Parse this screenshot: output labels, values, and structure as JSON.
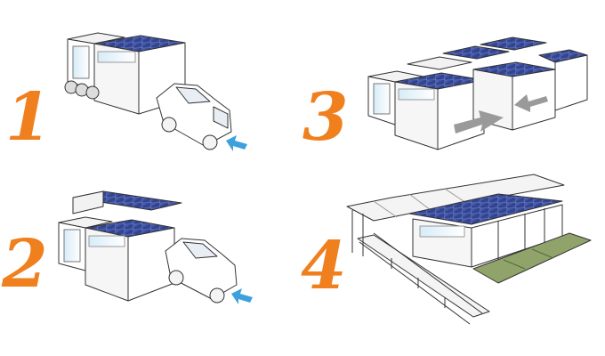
{
  "steps": [
    {
      "number": "1",
      "caption_icon": "truck-with-car-icon"
    },
    {
      "number": "2",
      "caption_icon": "car-pulls-out-module-icon"
    },
    {
      "number": "3",
      "caption_icon": "modules-slide-together-icon"
    },
    {
      "number": "4",
      "caption_icon": "assembled-house-with-deck-icon"
    }
  ],
  "colors": {
    "step_number": "#f07f1e",
    "arrow_blue": "#3ea0dc",
    "arrow_gray": "#9a9a9a",
    "solar_panel": "#3b4fa0",
    "deck_green": "#8fa36b",
    "outline": "#333333"
  }
}
